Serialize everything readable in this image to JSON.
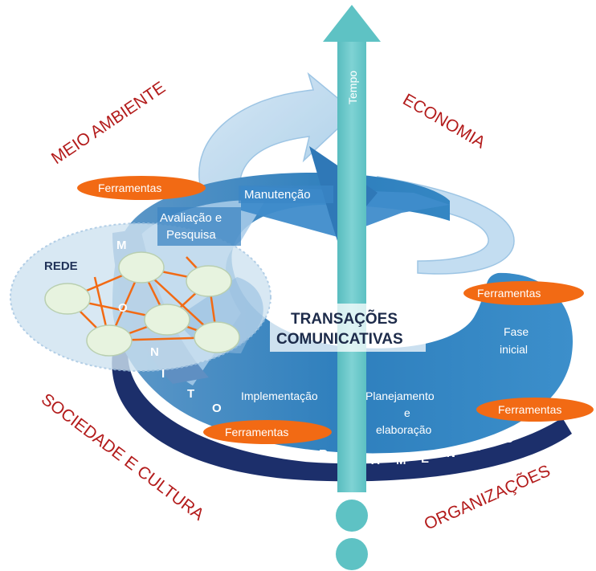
{
  "corners": {
    "top_left": "MEIO AMBIENTE",
    "top_right": "ECONOMIA",
    "bottom_left": "SOCIEDADE E CULTURA",
    "bottom_right": "ORGANIZAÇÕES"
  },
  "axis": {
    "label": "Tempo"
  },
  "center": {
    "line1": "TRANSAÇÕES",
    "line2": "COMUNICATIVAS"
  },
  "network": {
    "label": "REDE"
  },
  "stages": {
    "manutencao": "Manutenção",
    "avaliacao_1": "Avaliação e",
    "avaliacao_2": "Pesquisa",
    "fase_1": "Fase",
    "fase_2": "inicial",
    "planejamento_1": "Planejamento",
    "planejamento_2": "e",
    "planejamento_3": "elaboração",
    "implementacao": "Implementação"
  },
  "tools": {
    "top_left": "Ferramentas",
    "right_upper": "Ferramentas",
    "right_lower": "Ferramentas",
    "bottom_center": "Ferramentas"
  },
  "monitoring": {
    "letters": [
      "M",
      "O",
      "N",
      "I",
      "T",
      "O",
      "R",
      "A",
      "M",
      "E",
      "N",
      "T",
      "O"
    ]
  },
  "colors": {
    "spiral_dark": "#2f79b5",
    "spiral_light": "#7fb5de",
    "band_navy": "#1c2f6b",
    "arrow_teal": "#66c6c8",
    "pill_orange": "#f26a14",
    "corner_red": "#b31b1b"
  }
}
